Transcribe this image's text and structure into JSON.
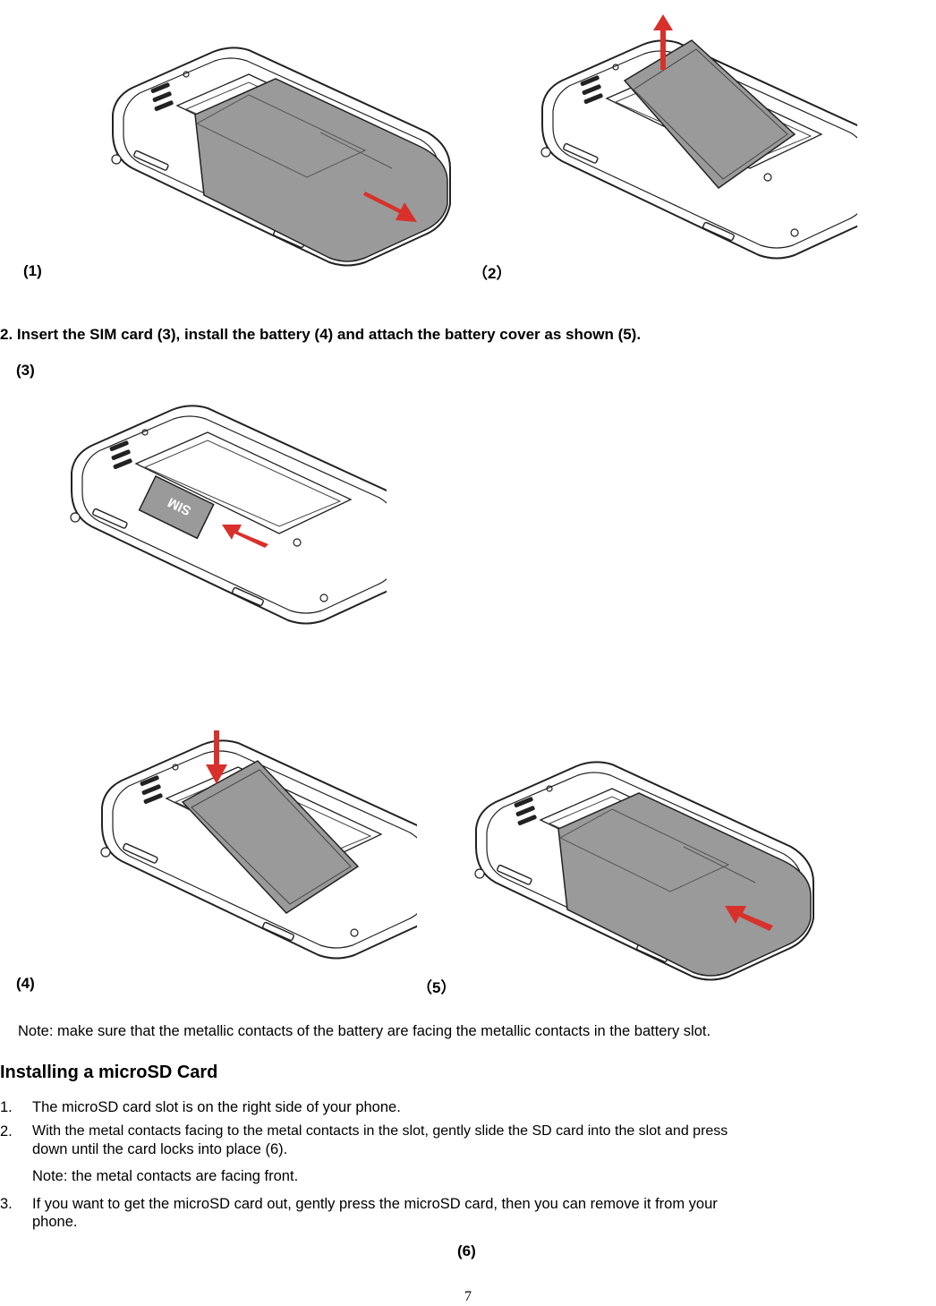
{
  "labels": {
    "fig1": "(1)",
    "fig2": "（2）",
    "fig3": "(3)",
    "fig4": "(4)",
    "fig5": "（5）",
    "fig6": "(6)"
  },
  "step_heading": "2. Insert the SIM card (3), install the battery (4) and attach the battery cover as shown (5).",
  "note_battery": "Note: make sure that the metallic contacts of the battery are facing the metallic contacts in the battery slot.",
  "section_title": "Installing a microSD Card",
  "steps": [
    {
      "num": "1.",
      "text": "The microSD card slot is on the right side of your phone."
    },
    {
      "num": "2.",
      "text_line1": "With the metal contacts facing to the metal contacts in the slot, gently slide the SD card into the slot and press",
      "text_line2": "down until the card locks into place (6).",
      "note": "Note: the metal contacts are facing front."
    },
    {
      "num": "3.",
      "text_line1": "If you want to get the microSD card out, gently press the microSD card, then you can remove it from your",
      "text_line2": "phone."
    }
  ],
  "sim_text": "SIM",
  "page_number": "7",
  "colors": {
    "arrow": "#d8312b",
    "battery": "#8f8f8f",
    "outline": "#222222"
  }
}
